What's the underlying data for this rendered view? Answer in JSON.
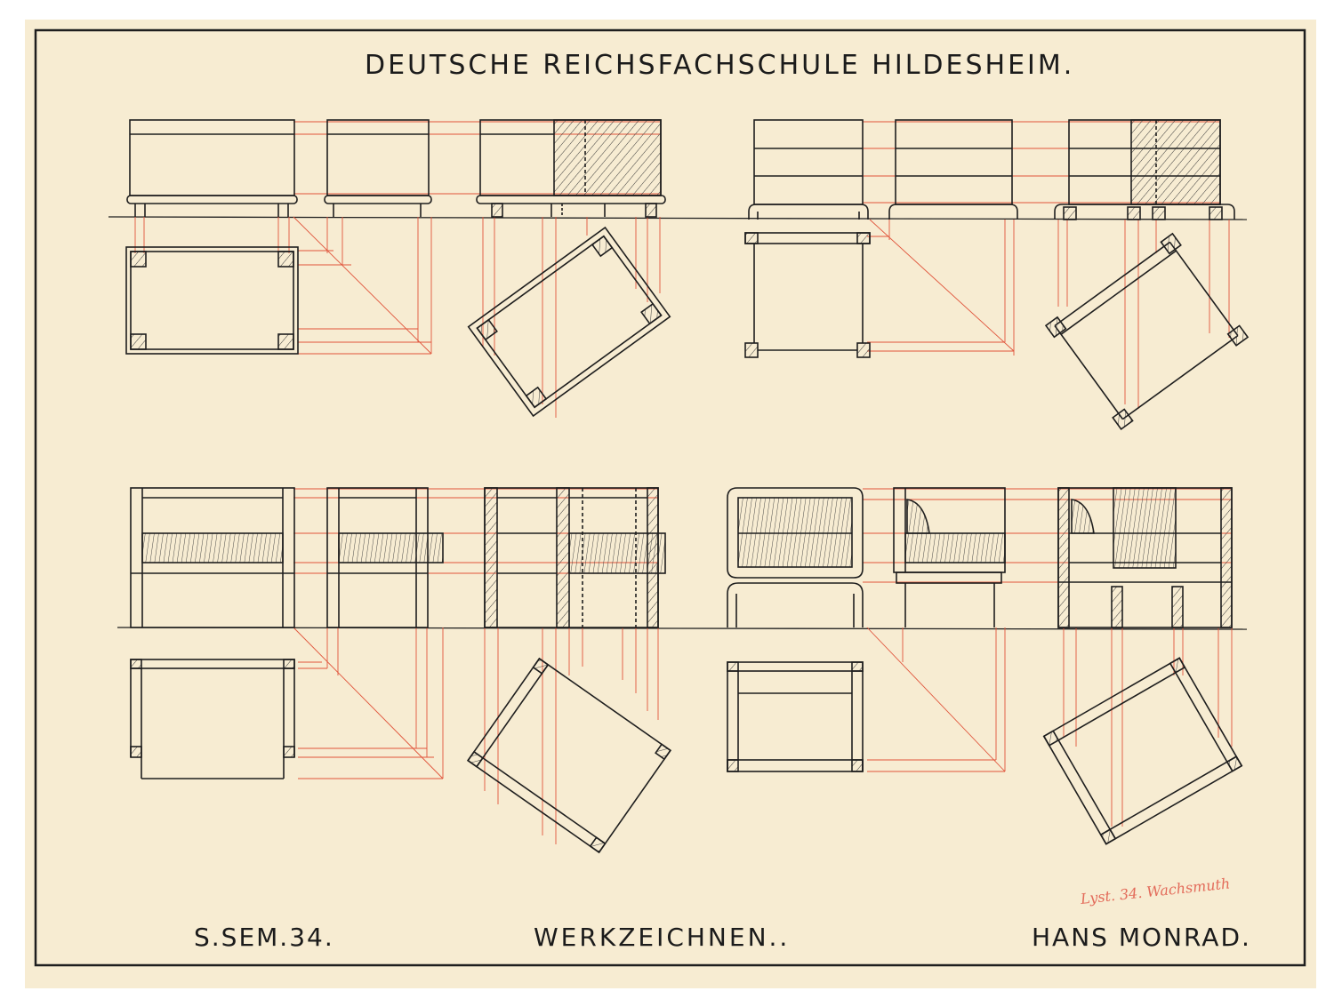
{
  "sheet": {
    "title": "DEUTSCHE REICHSFACHSCHULE HILDESHEIM.",
    "semester": "S.SEM.34.",
    "subject": "WERKZEICHNEN..",
    "author": "HANS MONRAD.",
    "handwritten_note": "Lyst. 34. Wachsmuth"
  },
  "colors": {
    "paper": "#f7ecd2",
    "ink": "#1e1e1e",
    "construction": "#e0543b",
    "hatch": "#3a3a3a"
  }
}
